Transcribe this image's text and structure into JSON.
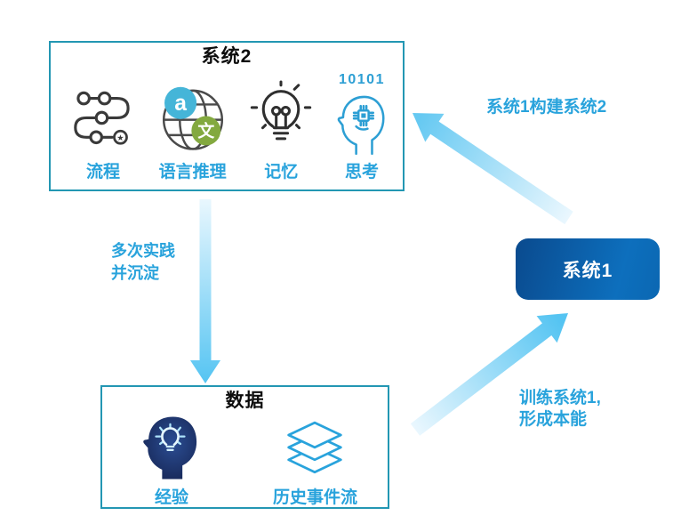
{
  "system2_box": {
    "title": "系统2",
    "items": [
      {
        "label": "流程",
        "icon": "process-flow-icon"
      },
      {
        "label": "语言推理",
        "icon": "language-translate-icon",
        "icon_chars": {
          "latin": "a",
          "cjk": "文"
        }
      },
      {
        "label": "记忆",
        "icon": "lightbulb-icon"
      },
      {
        "label": "思考",
        "icon": "head-chip-icon",
        "icon_text": "10101"
      }
    ]
  },
  "data_box": {
    "title": "数据",
    "items": [
      {
        "label": "经验",
        "icon": "head-idea-icon"
      },
      {
        "label": "历史事件流",
        "icon": "layers-icon"
      }
    ]
  },
  "system1_box": {
    "label": "系统1"
  },
  "arrows": {
    "practice": {
      "line1": "多次实践",
      "line2": "并沉淀",
      "direction": "system2-to-data"
    },
    "build": {
      "label": "系统1构建系统2",
      "direction": "system1-to-system2"
    },
    "train": {
      "line1": "训练系统1,",
      "line2": "形成本能",
      "direction": "data-to-system1"
    }
  },
  "colors": {
    "box_border": "#2397b3",
    "accent_text": "#29a3dc",
    "arrow_light": "#eaf7fe",
    "arrow_strong": "#55c4f2",
    "system1_gradient_from": "#0a4a8e",
    "system1_gradient_to": "#0d6fbd",
    "icon_dark": "#3a3a3a",
    "icon_blue": "#2d9fd4",
    "translate_blue": "#45b5d8",
    "translate_green": "#83a93f",
    "head_fill_dark": "#14224e",
    "head_fill_light": "#2b4d93"
  }
}
